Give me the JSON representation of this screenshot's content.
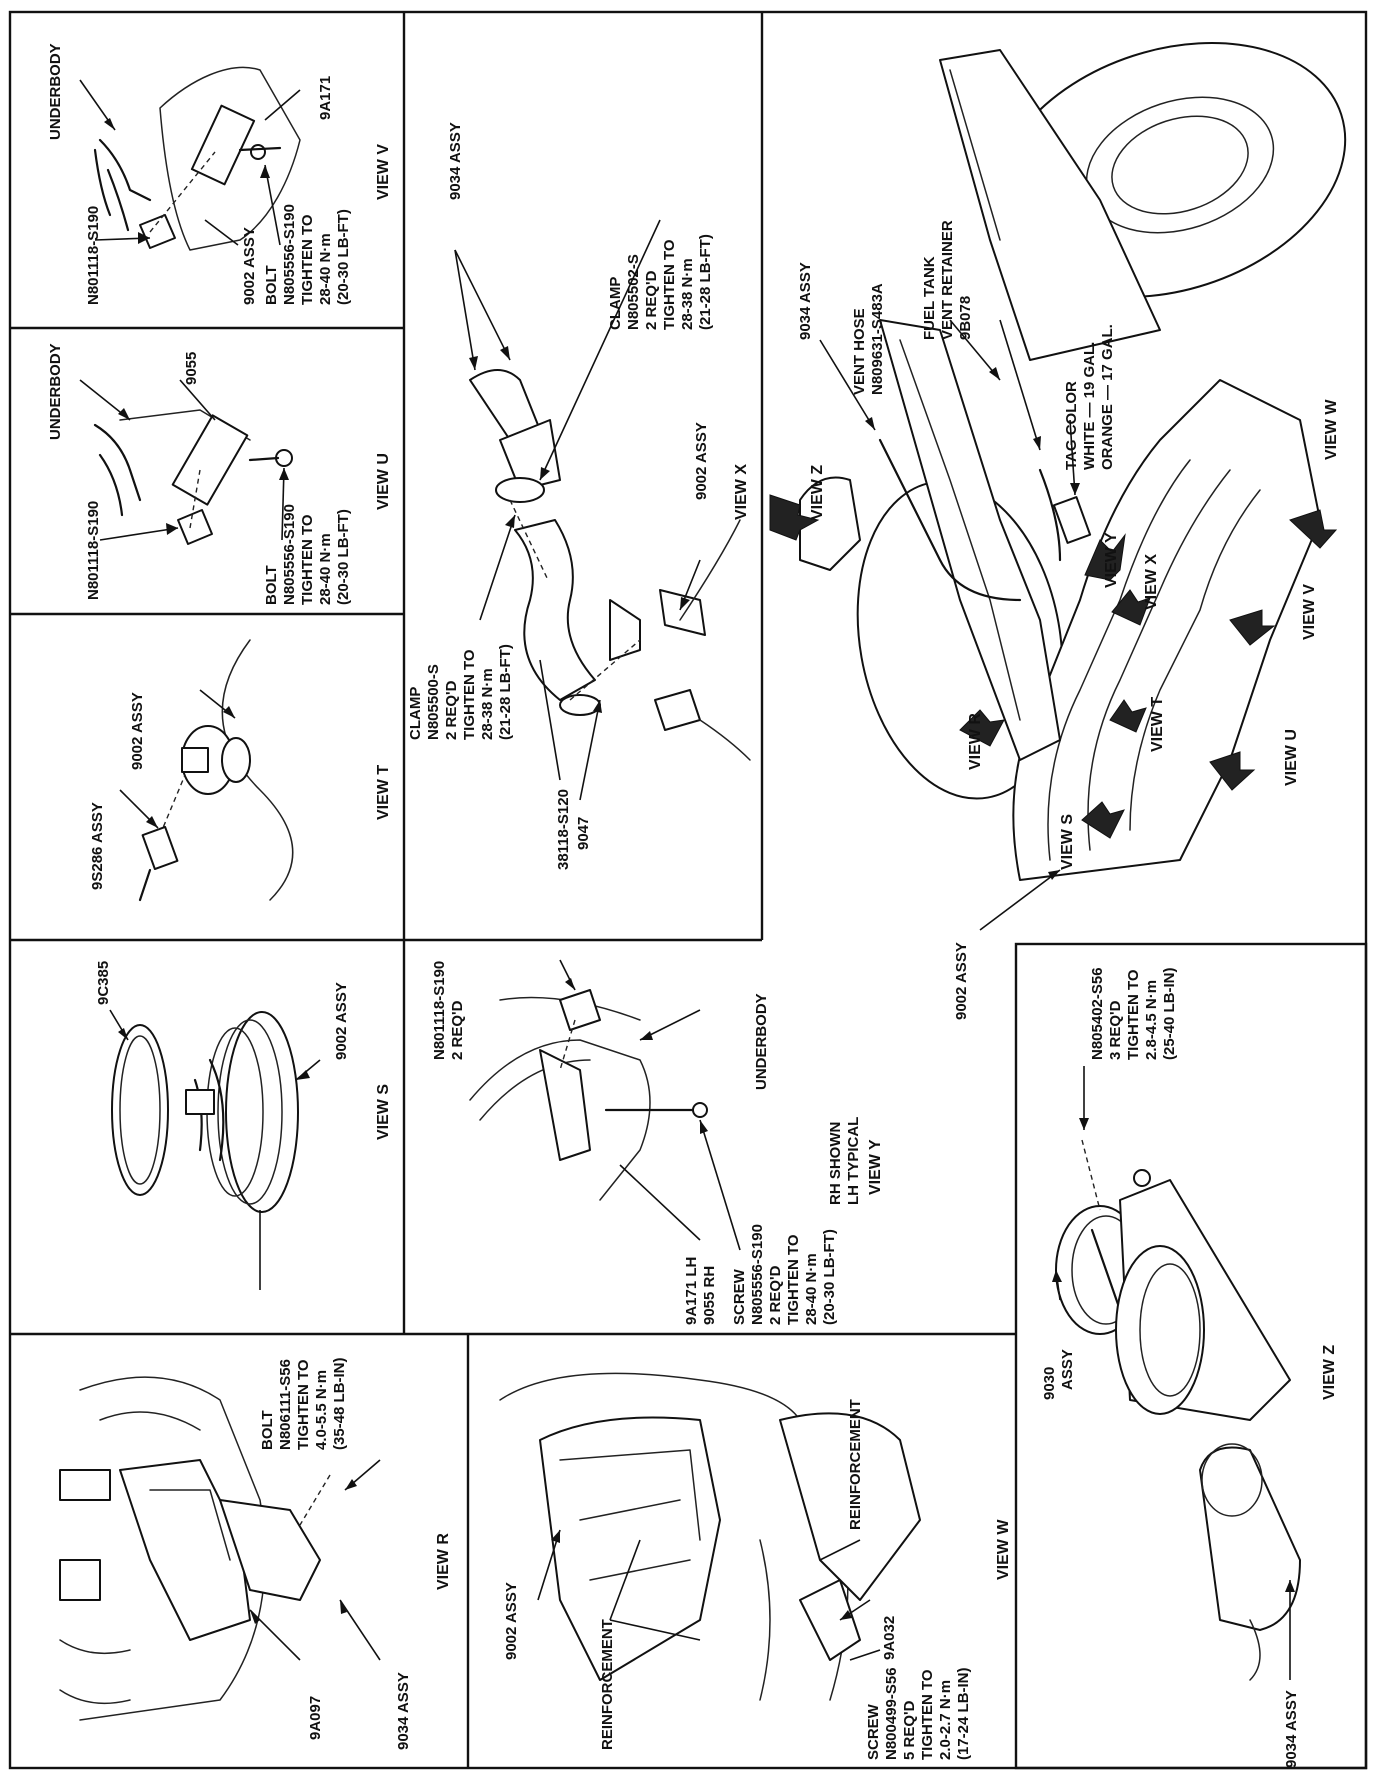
{
  "views": {
    "v": {
      "title": "VIEW V",
      "labels": [
        "UNDERBODY",
        "9A171",
        "N801118-S190",
        "9002 ASSY"
      ],
      "bolt": [
        "BOLT",
        "N805556-S190",
        "TIGHTEN TO",
        "28-40 N·m",
        "(20-30 LB-FT)"
      ]
    },
    "u": {
      "title": "VIEW U",
      "labels": [
        "UNDERBODY",
        "9055",
        "N801118-S190"
      ],
      "bolt": [
        "BOLT",
        "N805556-S190",
        "TIGHTEN TO",
        "28-40 N·m",
        "(20-30 LB-FT)"
      ]
    },
    "t": {
      "title": "VIEW T",
      "labels": [
        "9002 ASSY",
        "9S286 ASSY"
      ]
    },
    "s": {
      "title": "VIEW S",
      "labels": [
        "9C385",
        "9002 ASSY"
      ]
    },
    "r": {
      "title": "VIEW R",
      "labels": [
        "9A097",
        "9034 ASSY"
      ],
      "bolt": [
        "BOLT",
        "N806111-S56",
        "TIGHTEN TO",
        "4.0-5.5 N·m",
        "(35-48 LB-IN)"
      ]
    },
    "x": {
      "title": "VIEW X",
      "labels": [
        "9034 ASSY",
        "9002 ASSY",
        "38118-S120",
        "9047"
      ],
      "clamp_upper": [
        "CLAMP",
        "N805502-S",
        "2 REQ'D",
        "TIGHTEN TO",
        "28-38 N·m",
        "(21-28 LB-FT)"
      ],
      "clamp_lower": [
        "CLAMP",
        "N805500-S",
        "2 REQ'D",
        "TIGHTEN TO",
        "28-38 N·m",
        "(21-28 LB-FT)"
      ]
    },
    "y": {
      "title": "VIEW Y",
      "fastener": [
        "N801118-S190",
        "2 REQ'D"
      ],
      "labels": [
        "UNDERBODY"
      ],
      "note": [
        "RH SHOWN",
        "LH TYPICAL"
      ],
      "bracket": [
        "9A171 LH",
        "9055 RH"
      ],
      "screw": [
        "SCREW",
        "N805556-S190",
        "2 REQ'D",
        "TIGHTEN TO",
        "28-40 N·m",
        "(20-30 LB-FT)"
      ]
    },
    "w": {
      "title": "VIEW W",
      "labels": [
        "9002 ASSY",
        "REINFORCEMENT",
        "REINFORCEMENT",
        "9A032"
      ],
      "screw": [
        "SCREW",
        "N800499-S56",
        "5 REQ'D",
        "TIGHTEN TO",
        "2.0-2.7 N·m",
        "(17-24 LB-IN)"
      ]
    },
    "z": {
      "title": "VIEW Z",
      "labels": [
        "9030",
        "ASSY",
        "9034 ASSY"
      ],
      "fastener": [
        "N805402-S56",
        "3 REQ'D",
        "TIGHTEN TO",
        "2.8-4.5 N·m",
        "(25-40 LB-IN)"
      ]
    },
    "main": {
      "labels": [
        "9034 ASSY",
        "9002 ASSY"
      ],
      "vent_hose": [
        "VENT HOSE",
        "N809631-S483A"
      ],
      "vent_retainer": [
        "FUEL TANK",
        "VENT RETAINER",
        "9B078"
      ],
      "tag": [
        "TAG COLOR",
        "WHITE — 19 GAL.",
        "ORANGE — 17 GAL."
      ],
      "view_callouts": [
        "VIEW Z",
        "VIEW Y",
        "VIEW X",
        "VIEW W",
        "VIEW V",
        "VIEW U",
        "VIEW T",
        "VIEW S",
        "VIEW R"
      ]
    }
  }
}
